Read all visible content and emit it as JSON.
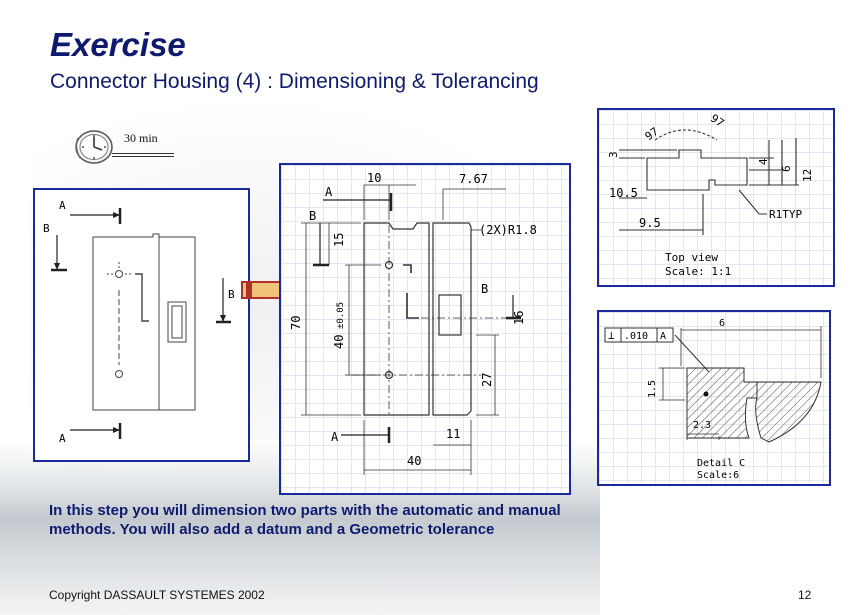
{
  "header": {
    "title": "Exercise",
    "subtitle": "Connector Housing (4) : Dimensioning & Tolerancing"
  },
  "timer": {
    "label": "30 min",
    "icon": "clock-icon"
  },
  "description": "In this step you will dimension two parts with the automatic and manual methods. You will also add a datum and a Geometric tolerance",
  "footer": {
    "copyright": "Copyright DASSAULT SYSTEMES 2002",
    "page_number": "12"
  },
  "panel_left": {
    "labels": {
      "a_top": "A",
      "b_left": "B",
      "b_right": "B",
      "a_bottom": "A"
    }
  },
  "panel_main": {
    "labels": {
      "dim_10": "10",
      "dim_767": "7.67",
      "label_a_top": "A",
      "label_b_top": "B",
      "dim_15": "15",
      "radius": "(2X)R1.8",
      "dim_70": "70",
      "dim_40_tol": "40",
      "tol": "±0.05",
      "label_b_right": "B",
      "dim_16": "16",
      "dim_27": "27",
      "label_a_bottom": "A",
      "dim_11": "11",
      "dim_40": "40"
    }
  },
  "panel_top": {
    "labels": {
      "angle_97a": "97",
      "angle_97b": "97",
      "dim_3": "3",
      "dim_4": "4",
      "dim_6": "6",
      "dim_12": "12",
      "dim_105": "10.5",
      "dim_95": "9.5",
      "radius_typ": "R1TYP",
      "view_name": "Top view",
      "view_scale": "Scale:  1:1"
    }
  },
  "panel_detail": {
    "labels": {
      "gtol_sym": "⊥",
      "gtol_value": ".010",
      "gtol_datum": "A",
      "dim_6": "6",
      "dim_15": "1.5",
      "dim_23": "2.3",
      "detail_name": "Detail C",
      "detail_scale": "Scale:6"
    }
  },
  "colors": {
    "title": "#0f1a6e",
    "panel_border": "#1a2a9a",
    "arrow_fill": "#f0c27a",
    "arrow_stroke": "#b0302a"
  }
}
